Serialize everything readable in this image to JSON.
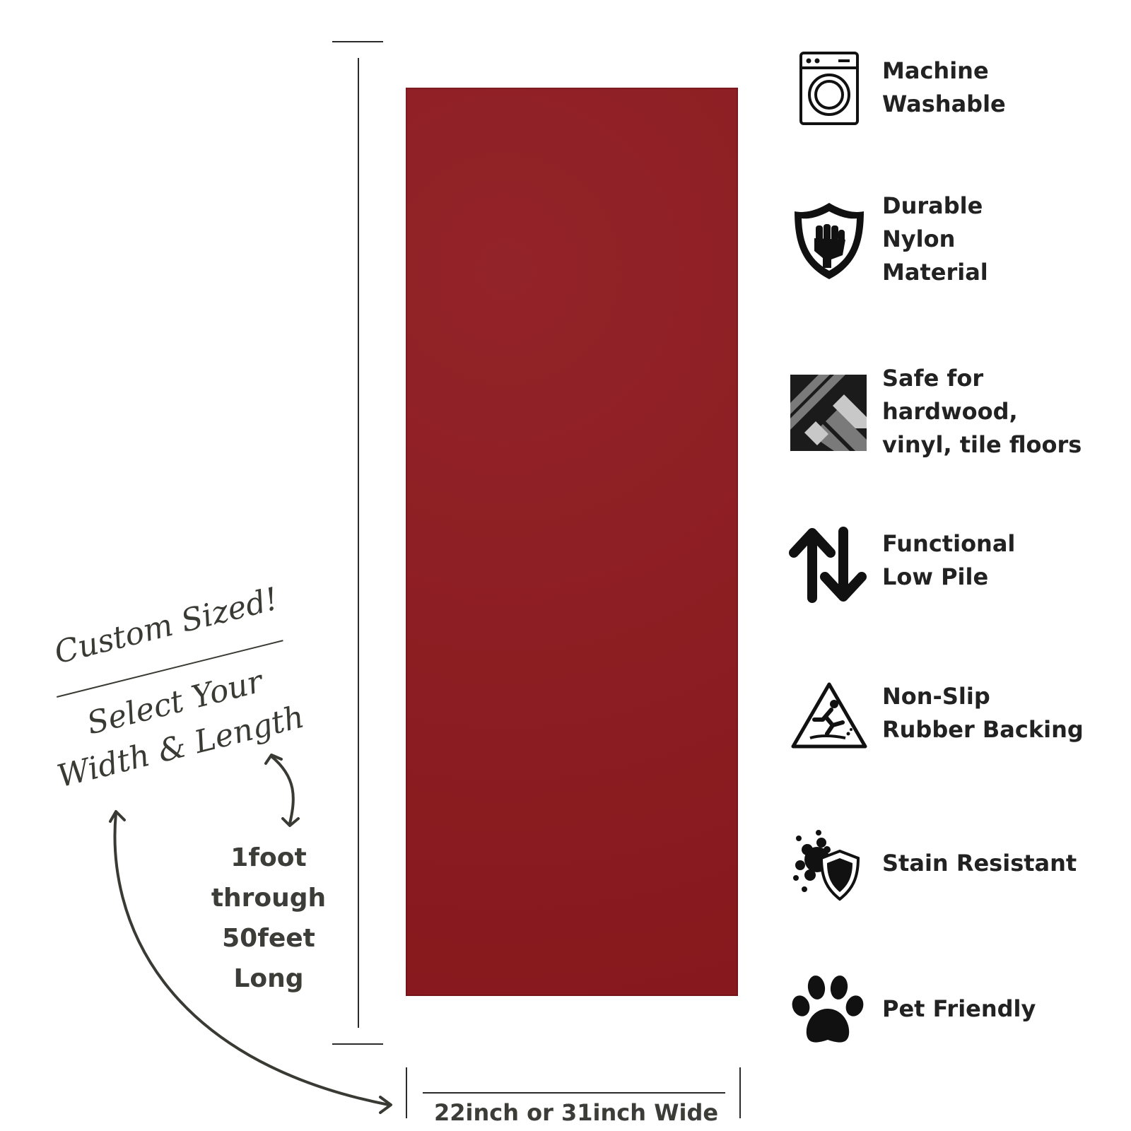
{
  "product": {
    "rug_color": "#8e1a1f"
  },
  "callout": {
    "line1": "Custom Sized!",
    "line2": "Select Your",
    "line3": "Width & Length"
  },
  "length": {
    "lines": [
      "1foot",
      "through",
      "50feet",
      "Long"
    ]
  },
  "width": {
    "label": "22inch or 31inch Wide"
  },
  "features": [
    {
      "icon": "washing-machine-icon",
      "lines": [
        "Machine",
        "Washable"
      ]
    },
    {
      "icon": "shield-fist-icon",
      "lines": [
        "Durable",
        "Nylon",
        "Material"
      ]
    },
    {
      "icon": "floor-tiles-icon",
      "lines": [
        "Safe for",
        "hardwood,",
        "vinyl, tile floors"
      ]
    },
    {
      "icon": "up-down-arrows-icon",
      "lines": [
        "Functional",
        "Low Pile"
      ]
    },
    {
      "icon": "slip-warning-icon",
      "lines": [
        "Non-Slip",
        "Rubber Backing"
      ]
    },
    {
      "icon": "splash-shield-icon",
      "lines": [
        "Stain Resistant"
      ]
    },
    {
      "icon": "paw-print-icon",
      "lines": [
        "Pet Friendly"
      ]
    }
  ]
}
